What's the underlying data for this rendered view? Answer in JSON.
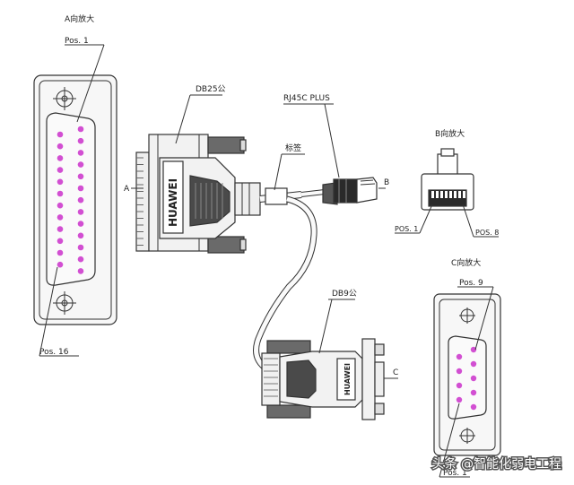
{
  "labels": {
    "a_zoom_title": "A向放大",
    "a_pos1": "Pos. 1",
    "a_pos16": "Pos. 16",
    "db25_title": "DB25公",
    "a_marker": "A",
    "rj45_title": "RJ45C PLUS",
    "cable_label": "标签",
    "b_marker": "B",
    "b_zoom_title": "B向放大",
    "b_pos1": "POS. 1",
    "b_pos8": "POS. 8",
    "c_zoom_title": "C向放大",
    "c_pos9": "Pos. 9",
    "c_pos1": "Pos. 1",
    "db9_title": "DB9公",
    "c_marker": "C",
    "brand_large": "HUAWEI",
    "brand_small": "HUAWEI",
    "watermark": "头条 @智能化弱电工程"
  },
  "colors": {
    "pin": "#d24fd2",
    "line": "#333333",
    "shell": "#f2f2f2",
    "dark": "#444444"
  }
}
